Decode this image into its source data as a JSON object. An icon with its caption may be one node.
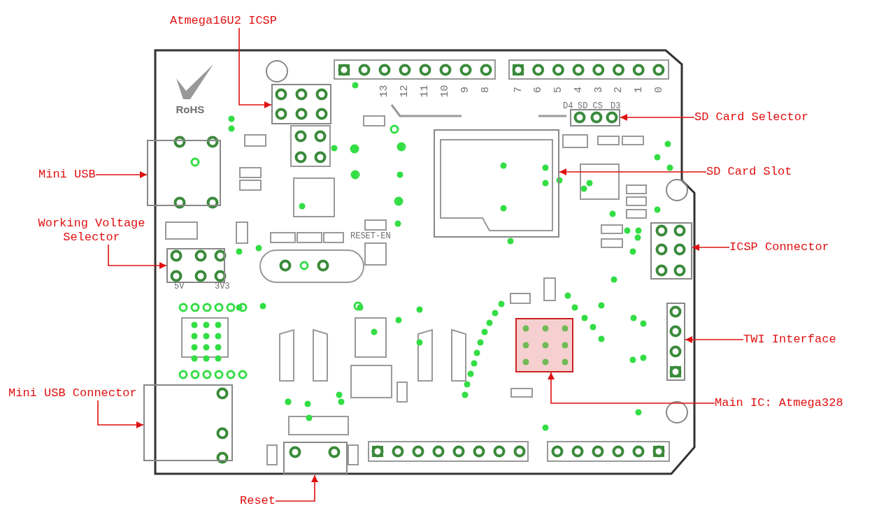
{
  "diagram": {
    "nodes": [
      {
        "text": [
          "Atmega16U2 ICSP"
        ]
      },
      {
        "text": [
          "SD Card Selector"
        ]
      },
      {
        "text": [
          "Mini USB"
        ]
      },
      {
        "text": [
          "SD Card Slot"
        ]
      },
      {
        "text": [
          "Working Voltage Selector"
        ]
      },
      {
        "text": [
          "ICSP Connector"
        ]
      },
      {
        "text": [
          "TWI Interface"
        ]
      },
      {
        "text": [
          "Mini USB Connector"
        ]
      },
      {
        "text": [
          "Main IC: Atmega328"
        ]
      },
      {
        "text": [
          "Reset"
        ]
      },
      {
        "text": [],
        "shape": "box"
      },
      {
        "text": [],
        "shape": "box"
      },
      {
        "text": [],
        "shape": "box"
      },
      {
        "text": [],
        "shape": "box"
      },
      {
        "text": [],
        "shape": "box"
      },
      {
        "text": [],
        "shape": "box"
      },
      {
        "text": [],
        "shape": "box"
      },
      {
        "text": [],
        "shape": "box"
      },
      {
        "text": [],
        "shape": "box"
      },
      {
        "text": [],
        "shape": "box"
      }
    ],
    "edges": [
      {
        "from": 0,
        "to": 10,
        "arrow": "to"
      },
      {
        "from": 1,
        "to": 11,
        "arrow": "to"
      },
      {
        "from": 2,
        "to": 12,
        "arrow": "to"
      },
      {
        "from": 3,
        "to": 13,
        "arrow": "to"
      },
      {
        "from": 4,
        "to": 14,
        "arrow": "to"
      },
      {
        "from": 5,
        "to": 15,
        "arrow": "to"
      },
      {
        "from": 6,
        "to": 16,
        "arrow": "to"
      },
      {
        "from": 7,
        "to": 17,
        "arrow": "to"
      },
      {
        "from": 8,
        "to": 18,
        "arrow": "to"
      },
      {
        "from": 9,
        "to": 19,
        "arrow": "to"
      }
    ],
    "labels": [
      "RoHS",
      "13",
      "12",
      "11",
      "10",
      "9",
      "8",
      "7",
      "6",
      "5",
      "4",
      "3",
      "2",
      "1",
      "0",
      "D4",
      "SD_CS",
      "D3",
      "RESET-EN",
      "5V",
      "3V3"
    ]
  }
}
